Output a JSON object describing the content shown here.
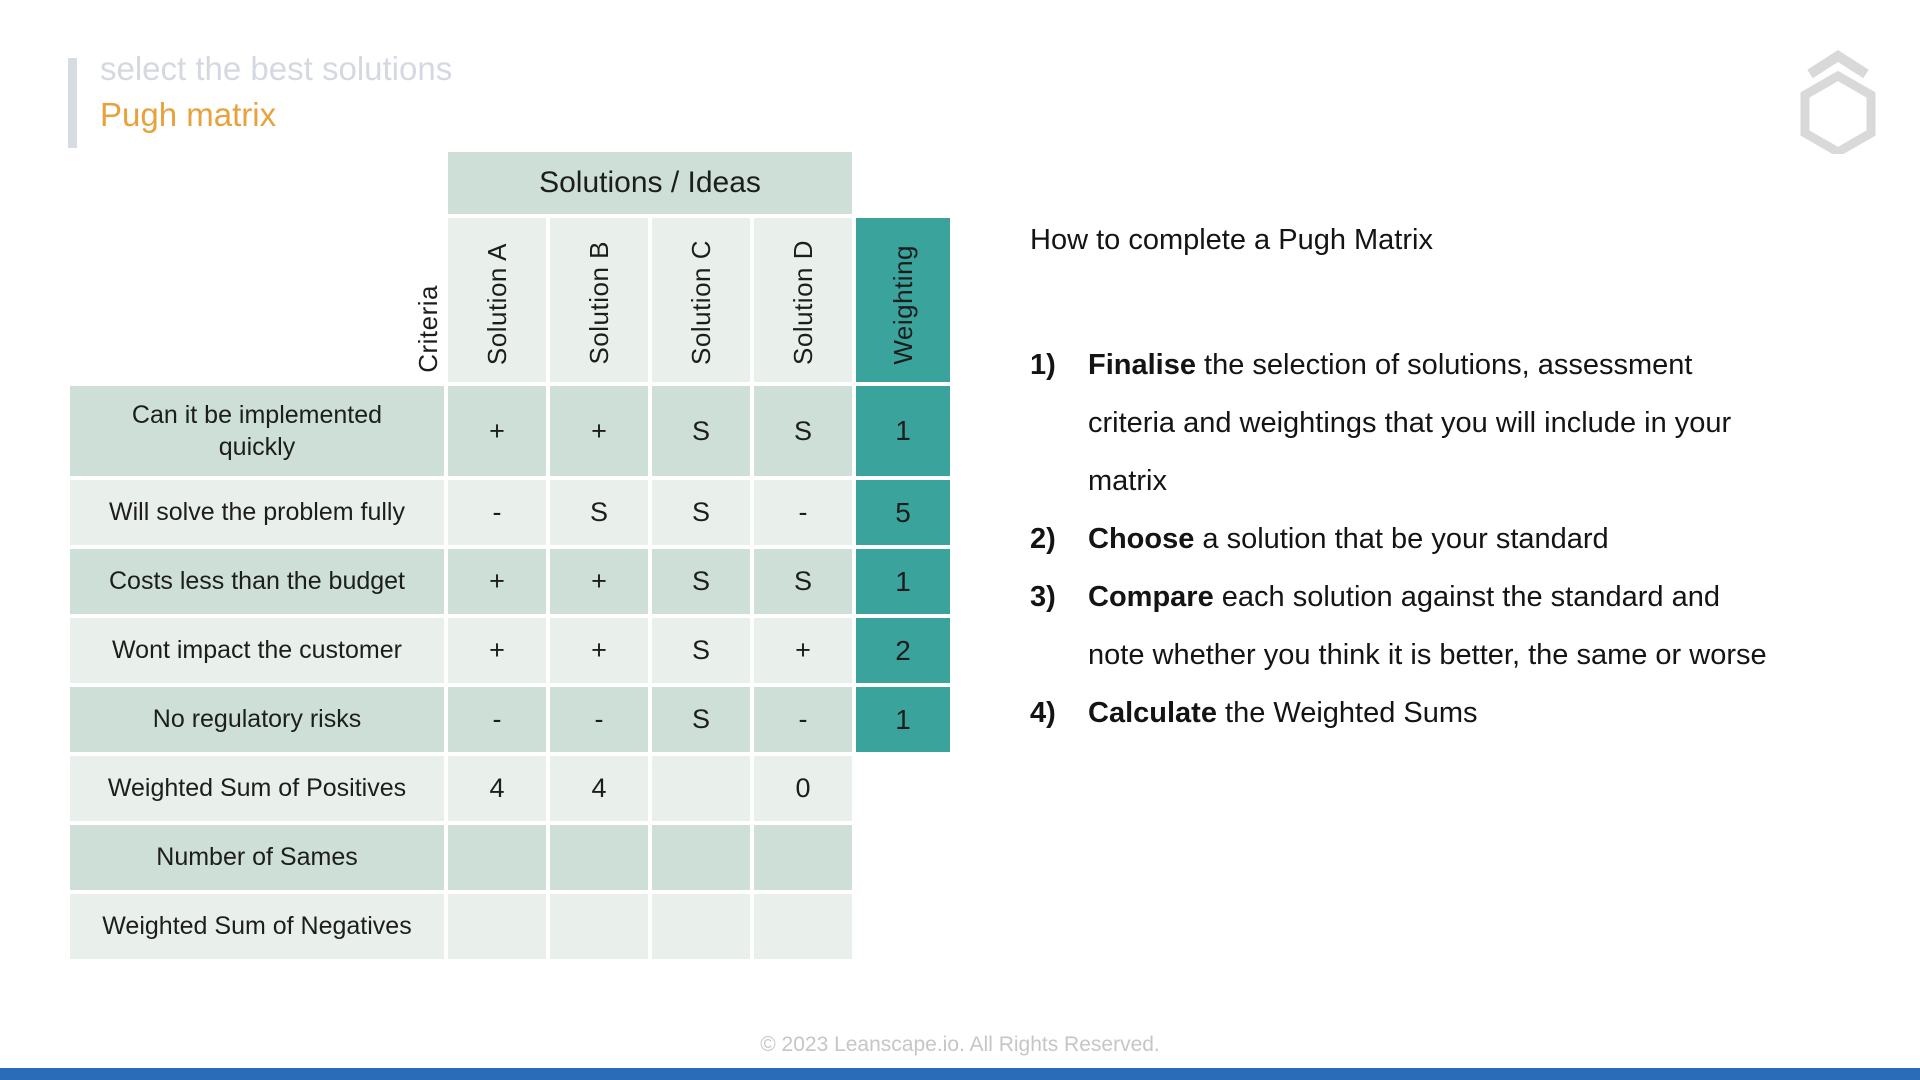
{
  "slide": {
    "subtitle": "select the best solutions",
    "title": "Pugh matrix",
    "footer": "© 2023 Leanscape.io. All Rights Reserved."
  },
  "table": {
    "group_header": "Solutions / Ideas",
    "criteria_label": "Criteria",
    "columns": [
      "Solution A",
      "Solution B",
      "Solution C",
      "Solution D"
    ],
    "weighting_label": "Weighting",
    "criteria_rows": [
      {
        "label": "Can it be implemented quickly",
        "values": [
          "+",
          "+",
          "S",
          "S"
        ],
        "weight": "1"
      },
      {
        "label": "Will solve the problem fully",
        "values": [
          "-",
          "S",
          "S",
          "-"
        ],
        "weight": "5"
      },
      {
        "label": "Costs less than the budget",
        "values": [
          "+",
          "+",
          "S",
          "S"
        ],
        "weight": "1"
      },
      {
        "label": "Wont impact the customer",
        "values": [
          "+",
          "+",
          "S",
          "+"
        ],
        "weight": "2"
      },
      {
        "label": "No regulatory risks",
        "values": [
          "-",
          "-",
          "S",
          "-"
        ],
        "weight": "1"
      }
    ],
    "summary_rows": [
      {
        "label": "Weighted Sum of Positives",
        "values": [
          "4",
          "4",
          "",
          "0"
        ]
      },
      {
        "label": "Number of Sames",
        "values": [
          "",
          "",
          "",
          ""
        ]
      },
      {
        "label": "Weighted Sum of Negatives",
        "values": [
          "",
          "",
          "",
          ""
        ]
      }
    ]
  },
  "howto": {
    "heading": "How to complete a Pugh Matrix",
    "items": [
      {
        "num": "1)",
        "bold": "Finalise",
        "rest": " the selection of solutions, assessment criteria and weightings that you will include in your matrix"
      },
      {
        "num": "2)",
        "bold": "Choose",
        "rest": " a solution that be your standard"
      },
      {
        "num": "3)",
        "bold": "Compare",
        "rest": " each solution against the standard and note whether you think it is better, the same or worse"
      },
      {
        "num": "4)",
        "bold": "Calculate",
        "rest": " the Weighted Sums"
      }
    ]
  },
  "colors": {
    "teal": "#3aa39b",
    "sage": "#cddfd6",
    "light_green": "#e9f0ec",
    "title_orange": "#e9a23b",
    "subtitle_gray": "#d4d9e1",
    "bottom_bar_blue": "#2b6cb8",
    "logo_gray": "#d9d9d9"
  }
}
